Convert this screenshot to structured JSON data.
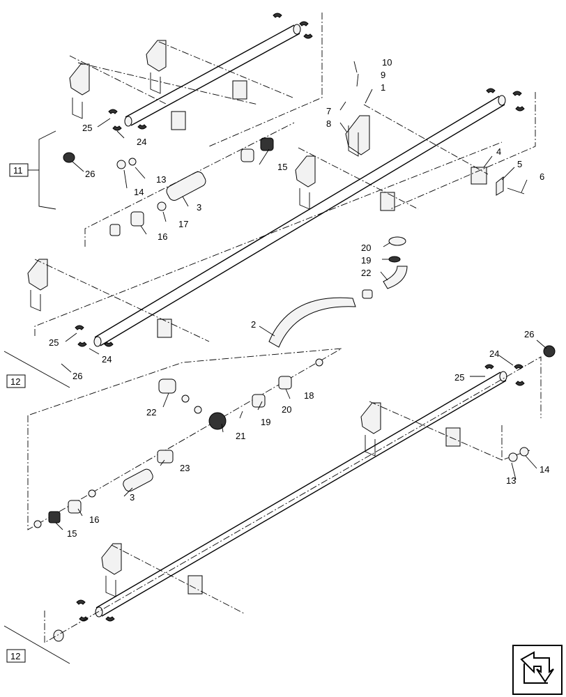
{
  "callouts": {
    "c1": "1",
    "c2": "2",
    "c3a": "3",
    "c3b": "3",
    "c4": "4",
    "c5": "5",
    "c6": "6",
    "c7": "7",
    "c8": "8",
    "c9": "9",
    "c10": "10",
    "c13a": "13",
    "c13b": "13",
    "c14a": "14",
    "c14b": "14",
    "c15a": "15",
    "c15b": "15",
    "c16a": "16",
    "c16b": "16",
    "c17": "17",
    "c18": "18",
    "c19a": "19",
    "c19b": "19",
    "c20a": "20",
    "c20b": "20",
    "c21": "21",
    "c22a": "22",
    "c22b": "22",
    "c23": "23",
    "c24a": "24",
    "c24b": "24",
    "c24c": "24",
    "c25a": "25",
    "c25b": "25",
    "c25c": "25",
    "c26a": "26",
    "c26b": "26",
    "c26c": "26"
  },
  "reference_boxes": {
    "ref_a": "11",
    "ref_b": "12",
    "ref_c": "12"
  },
  "icons": {
    "nav": "return-arrow-icon"
  }
}
